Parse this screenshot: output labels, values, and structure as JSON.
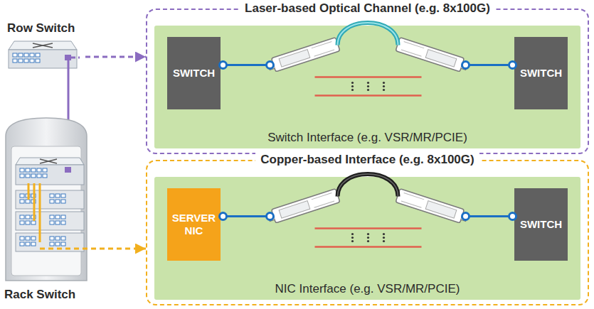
{
  "diagram": {
    "nodes": [
      {
        "text": [
          "Row Switch"
        ]
      },
      {
        "text": [
          "Laser-based Optical Channel (e.g. 8x100G)"
        ]
      },
      {
        "text": [
          "Switch Interface (e.g. VSR/MR/PCIE)"
        ],
        "in": 1
      },
      {
        "text": [
          "SWITCH"
        ],
        "in": 2
      },
      {
        "text": [
          "SWITCH"
        ],
        "in": 2
      },
      {
        "text": [
          "Copper-based Interface (e.g. 8x100G)"
        ]
      },
      {
        "text": [
          "NIC Interface (e.g. VSR/MR/PCIE)"
        ],
        "in": 5
      },
      {
        "text": [
          "SERVER NIC"
        ],
        "in": 6
      },
      {
        "text": [
          "SWITCH"
        ],
        "in": 6
      },
      {
        "text": [
          "Rack Switch"
        ]
      }
    ],
    "edges": [
      {
        "from": 0,
        "to": 1,
        "arrow": "to"
      },
      {
        "from": 9,
        "to": 5,
        "arrow": "to"
      }
    ]
  }
}
